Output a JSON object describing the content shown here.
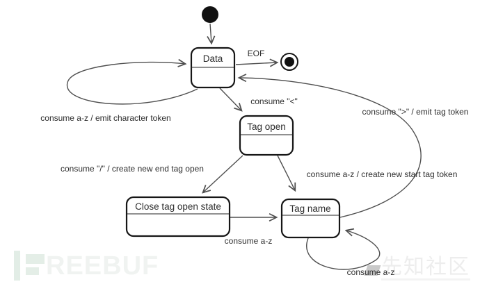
{
  "diagram": {
    "type": "state-machine",
    "subject": "HTML tokenizer states",
    "states": [
      {
        "label": "Data"
      },
      {
        "label": "Tag open"
      },
      {
        "label": "Close tag open state"
      },
      {
        "label": "Tag name"
      }
    ],
    "pseudostates": [
      {
        "type": "initial"
      },
      {
        "type": "final"
      }
    ],
    "transitions": [
      {
        "from": "initial",
        "to": "Data",
        "label": ""
      },
      {
        "from": "Data",
        "to": "final",
        "label": "EOF"
      },
      {
        "from": "Data",
        "to": "Data",
        "label": "consume a-z / emit character token"
      },
      {
        "from": "Data",
        "to": "Tag open",
        "label": "consume \"<\""
      },
      {
        "from": "Tag open",
        "to": "Close tag open state",
        "label": "consume \"/\" / create new end tag open"
      },
      {
        "from": "Tag open",
        "to": "Tag name",
        "label": "consume a-z / create new start tag token"
      },
      {
        "from": "Close tag open state",
        "to": "Tag name",
        "label": "consume a-z"
      },
      {
        "from": "Tag name",
        "to": "Tag name",
        "label": "consume a-z"
      },
      {
        "from": "Tag name",
        "to": "Data",
        "label": "consume \">\" / emit tag token"
      }
    ]
  },
  "watermarks": {
    "freebuf": {
      "text": "REEBUF"
    },
    "xianzhi": {
      "text": "先知社区"
    }
  },
  "colors": {
    "edge": "#4f4f4f",
    "state_border": "#161616",
    "label_text": "#2d2d2d",
    "freebuf_green": "#e4eee7",
    "freebuf_letters": "#f0f3f1",
    "xianzhi_gray": "#ededed"
  }
}
